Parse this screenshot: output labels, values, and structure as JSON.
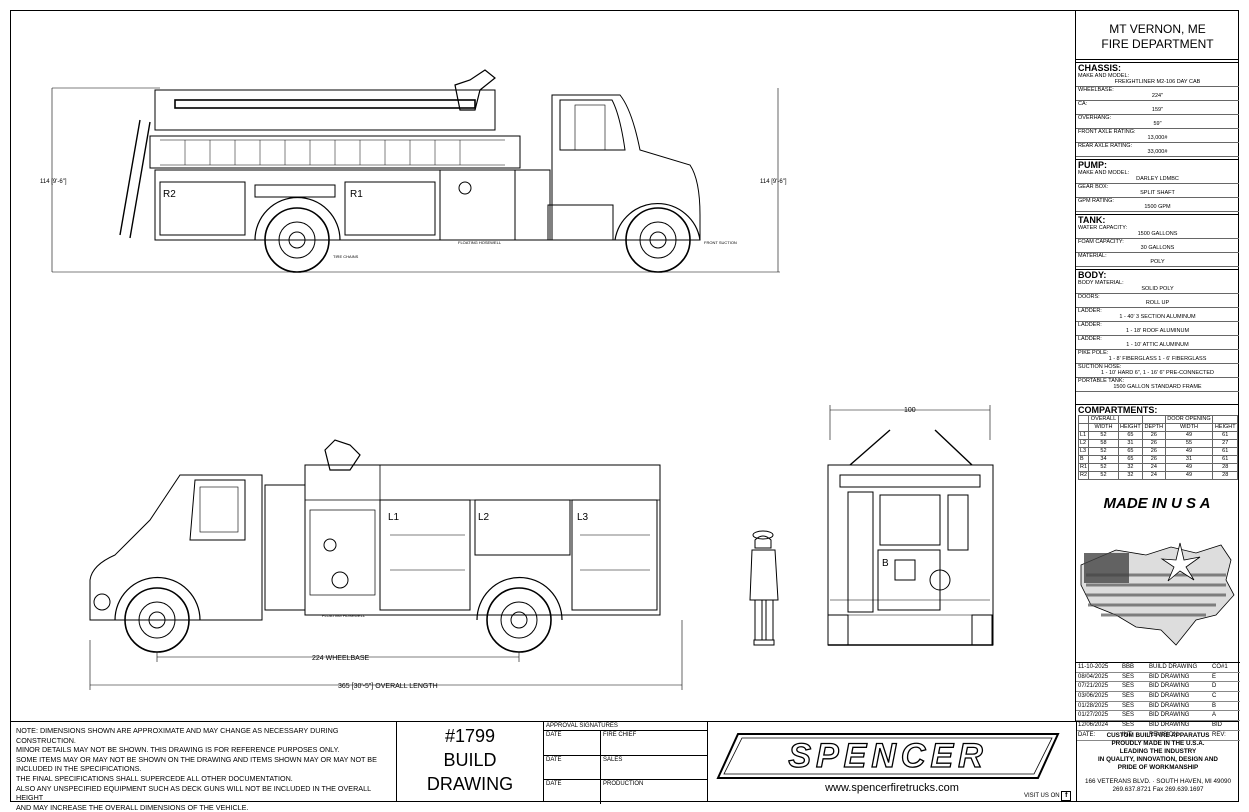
{
  "department": {
    "line1": "MT VERNON, ME",
    "line2": "FIRE DEPARTMENT"
  },
  "spec": {
    "chassis": {
      "title": "CHASSIS:",
      "rows": [
        {
          "k": "MAKE AND MODEL:",
          "v": "FREIGHTLINER M2-106 DAY CAB"
        },
        {
          "k": "WHEELBASE:",
          "v": "224\""
        },
        {
          "k": "CA:",
          "v": "159\""
        },
        {
          "k": "OVERHANG:",
          "v": "59\""
        },
        {
          "k": "FRONT AXLE RATING:",
          "v": "13,000#"
        },
        {
          "k": "REAR AXLE RATING:",
          "v": "33,000#"
        }
      ]
    },
    "pump": {
      "title": "PUMP:",
      "rows": [
        {
          "k": "MAKE AND MODEL:",
          "v": "DARLEY LDMBC"
        },
        {
          "k": "GEAR BOX:",
          "v": "SPLIT SHAFT"
        },
        {
          "k": "GPM RATING:",
          "v": "1500 GPM"
        }
      ]
    },
    "tank": {
      "title": "TANK:",
      "rows": [
        {
          "k": "WATER CAPACITY:",
          "v": "1500 GALLONS"
        },
        {
          "k": "FOAM CAPACITY:",
          "v": "30 GALLONS"
        },
        {
          "k": "MATERIAL:",
          "v": "POLY"
        }
      ]
    },
    "body": {
      "title": "BODY:",
      "rows": [
        {
          "k": "BODY MATERIAL:",
          "v": "SOLID POLY"
        },
        {
          "k": "DOORS:",
          "v": "ROLL UP"
        },
        {
          "k": "LADDER:",
          "v": "1 - 40' 3 SECTION ALUMINUM"
        },
        {
          "k": "LADDER:",
          "v": "1 - 18' ROOF ALUMINUM"
        },
        {
          "k": "LADDER:",
          "v": "1 - 10' ATTIC ALUMINUM"
        },
        {
          "k": "PIKE POLE:",
          "v": "1 - 8' FIBERGLASS 1 - 6' FIBERGLASS"
        },
        {
          "k": "SUCTION HOSE:",
          "v": "1 - 10' HARD 6\", 1 - 16' 6\" PRE-CONNECTED"
        },
        {
          "k": "PORTABLE TANK:",
          "v": "1500 GALLON STANDARD FRAME"
        }
      ]
    },
    "compartments": {
      "title": "COMPARTMENTS:",
      "head1": [
        "",
        "OVERALL",
        "",
        "",
        "DOOR OPENING",
        ""
      ],
      "head2": [
        "",
        "WIDTH",
        "HEIGHT",
        "DEPTH",
        "WIDTH",
        "HEIGHT"
      ],
      "rows": [
        [
          "L1",
          "52",
          "65",
          "26",
          "49",
          "61"
        ],
        [
          "L2",
          "58",
          "31",
          "26",
          "55",
          "27"
        ],
        [
          "L3",
          "52",
          "65",
          "26",
          "49",
          "61"
        ],
        [
          "B",
          "34",
          "65",
          "26",
          "31",
          "61"
        ],
        [
          "R1",
          "52",
          "32",
          "24",
          "49",
          "28"
        ],
        [
          "R2",
          "52",
          "32",
          "24",
          "49",
          "28"
        ]
      ]
    }
  },
  "made_in": "MADE IN U S A",
  "revisions": {
    "rows": [
      [
        "11-10-2025",
        "BBB",
        "BUILD DRAWING",
        "CO#1"
      ],
      [
        "08/04/2025",
        "SES",
        "BID DRAWING",
        "E"
      ],
      [
        "07/21/2025",
        "SES",
        "BID DRAWING",
        "D"
      ],
      [
        "03/06/2025",
        "SES",
        "BID DRAWING",
        "C"
      ],
      [
        "01/28/2025",
        "SES",
        "BID DRAWING",
        "B"
      ],
      [
        "01/27/2025",
        "SES",
        "BID DRAWING",
        "A"
      ],
      [
        "12/06/2024",
        "SES",
        "BID DRAWING",
        "BID"
      ]
    ],
    "header": [
      "DATE:",
      "INT:",
      "REVISION",
      "REV:"
    ]
  },
  "note": {
    "l1": "NOTE: DIMENSIONS SHOWN ARE APPROXIMATE AND MAY CHANGE AS NECESSARY DURING CONSTRUCTION.",
    "l2": "MINOR DETAILS MAY NOT BE SHOWN. THIS DRAWING IS FOR REFERENCE PURPOSES ONLY.",
    "l3": "SOME ITEMS MAY OR MAY NOT BE SHOWN ON THE DRAWING AND ITEMS SHOWN MAY OR MAY NOT BE",
    "l4": "INCLUDED IN THE SPECIFICATIONS.",
    "l5": "THE FINAL SPECIFICATIONS SHALL SUPERCEDE ALL OTHER DOCUMENTATION.",
    "l6": "ALSO ANY UNSPECIFIED EQUIPMENT SUCH AS DECK GUNS WILL NOT BE INCLUDED IN THE OVERALL HEIGHT",
    "l7": "AND MAY INCREASE THE OVERALL DIMENSIONS OF THE VEHICLE."
  },
  "build": {
    "number": "#1799",
    "l2": "BUILD",
    "l3": "DRAWING"
  },
  "approval": {
    "title": "APPROVAL SIGNATURES",
    "rows": [
      [
        "DATE",
        "FIRE CHIEF"
      ],
      [
        "DATE",
        "SALES"
      ],
      [
        "DATE",
        "PRODUCTION"
      ]
    ]
  },
  "logo": {
    "text": "SPENCER",
    "website": "www.spencerfiretrucks.com",
    "visit": "VISIT US ON"
  },
  "company": {
    "l1": "CUSTOM BUILT FIRE APPARATUS",
    "l2": "PROUDLY MADE IN THE U.S.A.",
    "l3": "LEADING THE INDUSTRY",
    "l4": "IN QUALITY, INNOVATION, DESIGN AND",
    "l5": "PRIDE OF WORKMANSHIP",
    "addr": "166 VETERANS BLVD. · SOUTH HAVEN, MI 49090",
    "phone": "269.637.8721   Fax 269.639.1697"
  },
  "drawing": {
    "height_dim": "114 [9'-6\"]",
    "r2": "R2",
    "r1": "R1",
    "l1": "L1",
    "l2": "L2",
    "l3": "L3",
    "b": "B",
    "wheelbase": "224 WHEELBASE",
    "overall_length": "365 [30'-5\"] OVERALL LENGTH",
    "width_dim": "100",
    "tire_chains": "TIRE CHAINS",
    "floating_hosewell": "FLOATING HOSEWELL",
    "front_suction": "FRONT SUCTION"
  }
}
